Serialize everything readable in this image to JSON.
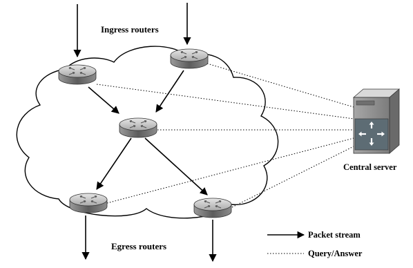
{
  "labels": {
    "ingress": "Ingress routers",
    "egress": "Egress routers",
    "server": "Central server"
  },
  "legend": {
    "packet_stream": "Packet stream",
    "query_answer": "Query/Answer"
  },
  "colors": {
    "line": "#000000",
    "router_top": "#c8c8c8",
    "router_side": "#6e6e6e",
    "server_front": "#8a8a8a",
    "server_panel": "#5f6f78"
  },
  "icons": [
    "router-icon",
    "server-icon",
    "cloud-network"
  ]
}
